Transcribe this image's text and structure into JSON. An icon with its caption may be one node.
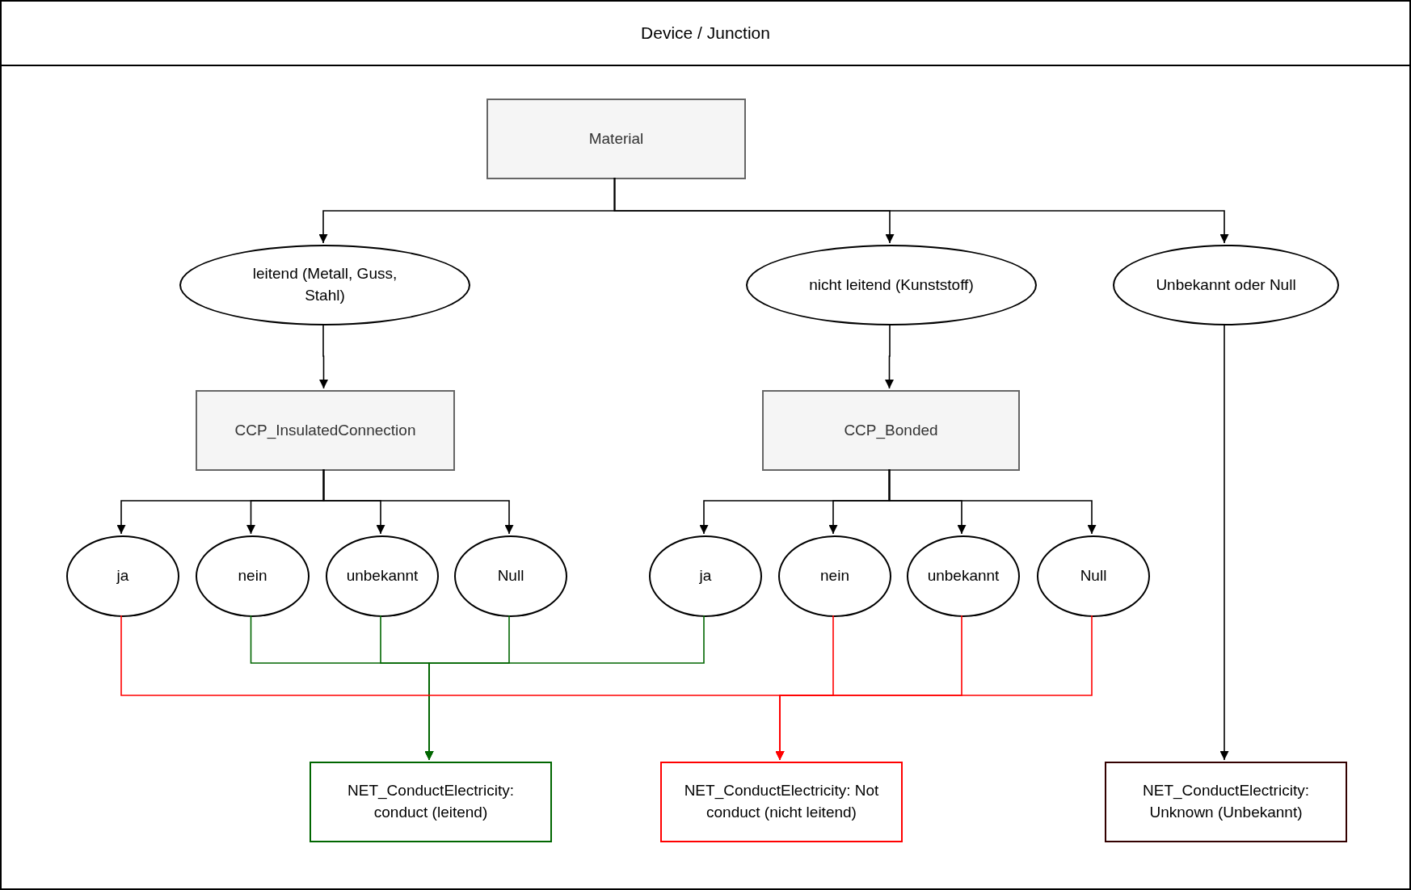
{
  "diagram": {
    "nodes": [
      {
        "text": [
          "Device / Junction"
        ]
      },
      {
        "text": [
          "Material"
        ],
        "in": 0
      },
      {
        "text": [
          "leitend (Metall, Guss, Stahl)"
        ],
        "in": 0
      },
      {
        "text": [
          "nicht leitend (Kunststoff)"
        ],
        "in": 0
      },
      {
        "text": [
          "Unbekannt oder Null"
        ],
        "in": 0
      },
      {
        "text": [
          "CCP_InsulatedConnection"
        ],
        "in": 0
      },
      {
        "text": [
          "CCP_Bonded"
        ],
        "in": 0
      },
      {
        "text": [
          "ja"
        ],
        "in": 0
      },
      {
        "text": [
          "nein"
        ],
        "in": 0
      },
      {
        "text": [
          "unbekannt"
        ],
        "in": 0
      },
      {
        "text": [
          "Null"
        ],
        "in": 0
      },
      {
        "text": [
          "ja"
        ],
        "in": 0
      },
      {
        "text": [
          "nein"
        ],
        "in": 0
      },
      {
        "text": [
          "unbekannt"
        ],
        "in": 0
      },
      {
        "text": [
          "Null"
        ],
        "in": 0
      },
      {
        "text": [
          "NET_ConductElectricity: conduct (leitend)"
        ],
        "in": 0
      },
      {
        "text": [
          "NET_ConductElectricity: Not conduct (nicht leitend)"
        ],
        "in": 0
      },
      {
        "text": [
          "NET_ConductElectricity: Unknown (Unbekannt)"
        ],
        "in": 0
      }
    ],
    "edges": [
      {
        "from": 1,
        "to": 2,
        "arrow": "to"
      },
      {
        "from": 1,
        "to": 3,
        "arrow": "to"
      },
      {
        "from": 1,
        "to": 4,
        "arrow": "to"
      },
      {
        "from": 2,
        "to": 5,
        "arrow": "to"
      },
      {
        "from": 3,
        "to": 6,
        "arrow": "to"
      },
      {
        "from": 5,
        "to": 7,
        "arrow": "to"
      },
      {
        "from": 5,
        "to": 8,
        "arrow": "to"
      },
      {
        "from": 5,
        "to": 9,
        "arrow": "to"
      },
      {
        "from": 5,
        "to": 10,
        "arrow": "to"
      },
      {
        "from": 6,
        "to": 11,
        "arrow": "to"
      },
      {
        "from": 6,
        "to": 12,
        "arrow": "to"
      },
      {
        "from": 6,
        "to": 13,
        "arrow": "to"
      },
      {
        "from": 6,
        "to": 14,
        "arrow": "to"
      },
      {
        "from": 8,
        "to": 15,
        "arrow": "to",
        "color": "#006600"
      },
      {
        "from": 9,
        "to": 15,
        "arrow": "to",
        "color": "#006600"
      },
      {
        "from": 10,
        "to": 15,
        "arrow": "to",
        "color": "#006600"
      },
      {
        "from": 11,
        "to": 15,
        "arrow": "to",
        "color": "#006600"
      },
      {
        "from": 7,
        "to": 16,
        "arrow": "to",
        "color": "#ff0000"
      },
      {
        "from": 12,
        "to": 16,
        "arrow": "to",
        "color": "#ff0000"
      },
      {
        "from": 13,
        "to": 16,
        "arrow": "to",
        "color": "#ff0000"
      },
      {
        "from": 14,
        "to": 16,
        "arrow": "to",
        "color": "#ff0000"
      },
      {
        "from": 4,
        "to": 17,
        "arrow": "to"
      }
    ]
  }
}
